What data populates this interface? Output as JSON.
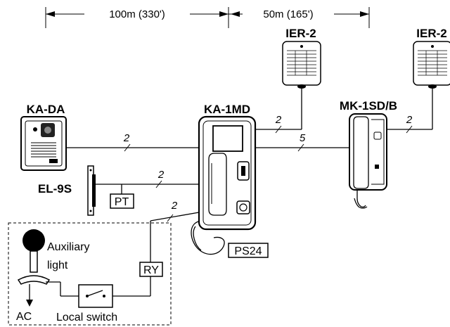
{
  "dimensions": {
    "span1": "100m (330')",
    "span2": "50m (165')"
  },
  "devices": {
    "door_station": "KA-DA",
    "master_station": "KA-1MD",
    "sub_master": "MK-1SD/B",
    "speaker_1": "IER-2",
    "speaker_2": "IER-2",
    "door_strike": "EL-9S"
  },
  "boxes": {
    "pt": "PT",
    "ry": "RY",
    "power": "PS24"
  },
  "wire_counts": {
    "door_to_master": "2",
    "strike_to_master": "2",
    "relay_to_master": "2",
    "master_to_ier": "2",
    "master_to_sub": "5",
    "sub_to_ier": "2"
  },
  "light_circuit": {
    "light_label_line1": "Auxiliary",
    "light_label_line2": "light",
    "ac": "AC",
    "switch": "Local switch"
  }
}
